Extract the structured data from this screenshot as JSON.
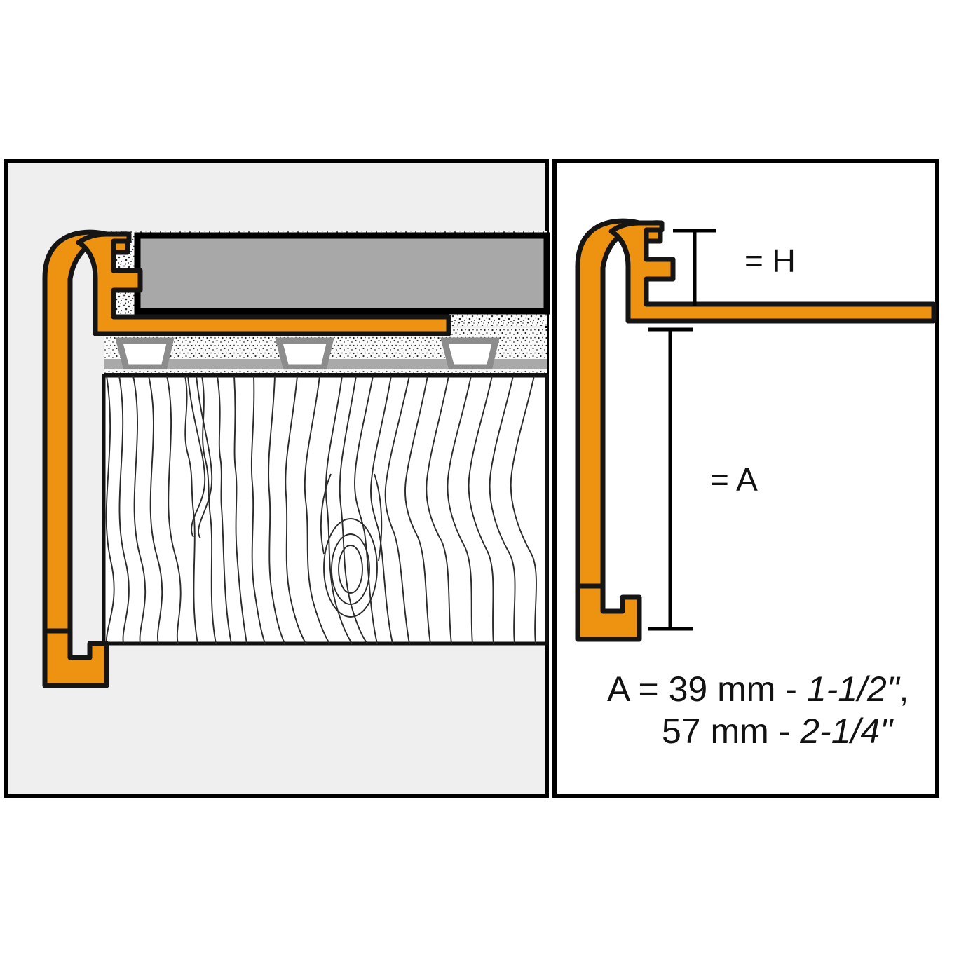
{
  "figure": {
    "title_present": false,
    "panels": [
      {
        "name": "installation-cross-section",
        "background_color": "#EFEFEF",
        "description_layers": [
          "tile",
          "thinset-mortar",
          "uncoupling-membrane",
          "plywood-substrate"
        ]
      },
      {
        "name": "profile-dimension-view",
        "background_color": "#FFFFFF"
      }
    ]
  },
  "colors": {
    "profile_fill": "#EE9311",
    "profile_outline": "#151515",
    "tile_fill": "#A8A8A8",
    "tile_outline": "#000000",
    "membrane_stud_outline": "#8C8C8C",
    "membrane_stud_fill": "#FFFFFF",
    "mortar_base": "#FAFAFA",
    "panel_left_bg": "#EFEFEF",
    "panel_right_bg": "#FFFFFF",
    "frame_stroke": "#000000",
    "wood_grain": "#2B2B2B",
    "dimension_line": "#000000"
  },
  "dimensions": {
    "height_label": "= H",
    "length_label": "= A"
  },
  "caption": {
    "line1_prefix": "A = 39 mm - ",
    "line1_italic": "1-1/2\"",
    "line1_suffix": ",",
    "line2_prefix": "57 mm - ",
    "line2_italic": "2-1/4\"",
    "line2_suffix": ""
  },
  "icons": {
    "profile": "bullnose-edge-profile-icon",
    "tile": "tile-icon",
    "membrane": "uncoupling-membrane-icon",
    "wood": "plywood-substrate-icon"
  }
}
